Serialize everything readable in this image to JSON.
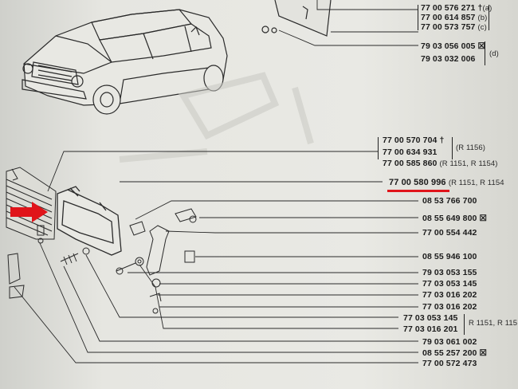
{
  "parts": {
    "top_group": [
      {
        "number": "77 00 576 271",
        "mark": "†",
        "note": "(a)"
      },
      {
        "number": "77 00 614 857",
        "mark": "",
        "note": "(b)"
      },
      {
        "number": "77 00 573 757",
        "mark": "",
        "note": "(c)"
      }
    ],
    "d_group": [
      {
        "number": "79 03 056 005",
        "mark": "☒",
        "note": ""
      },
      {
        "number": "79 03 032 006",
        "mark": "",
        "note": ""
      }
    ],
    "d_note": "(d)",
    "r1156_group": [
      {
        "number": "77 00 570 704",
        "mark": "†",
        "note": ""
      },
      {
        "number": "77 00 634 931",
        "mark": "",
        "note": ""
      }
    ],
    "r1156_note": "(R 1156)",
    "row_585860": {
      "number": "77 00 585 860",
      "note": "(R 1151, R 1154)"
    },
    "highlighted": {
      "number": "77 00 580 996",
      "note": "(R 1151, R 1154"
    },
    "list": [
      {
        "number": "08 53 766 700",
        "mark": ""
      },
      {
        "number": "08 55 649 800",
        "mark": "☒"
      },
      {
        "number": "77 00 554 442",
        "mark": ""
      },
      {
        "number": "08 55 946 100",
        "mark": ""
      },
      {
        "number": "79 03 053 155",
        "mark": ""
      },
      {
        "number": "77 03 053 145",
        "mark": ""
      },
      {
        "number": "77 03 016 202",
        "mark": ""
      },
      {
        "number": "77 03 016 202",
        "mark": ""
      }
    ],
    "pair_group": [
      {
        "number": "77 03 053 145",
        "mark": ""
      },
      {
        "number": "77 03 016 201",
        "mark": ""
      }
    ],
    "pair_note": "R 1151, R 115",
    "bottom": [
      {
        "number": "79 03 061 002",
        "mark": ""
      },
      {
        "number": "08 55 257 200",
        "mark": "☒"
      },
      {
        "number": "77 00 572 473",
        "mark": ""
      }
    ]
  },
  "colors": {
    "highlight": "#e0141a",
    "ink": "#1b1b1b",
    "paper": "#e6e6e1"
  },
  "icons": [
    "arrow-right-icon",
    "car-illustration",
    "headlight-frame-illustration"
  ]
}
